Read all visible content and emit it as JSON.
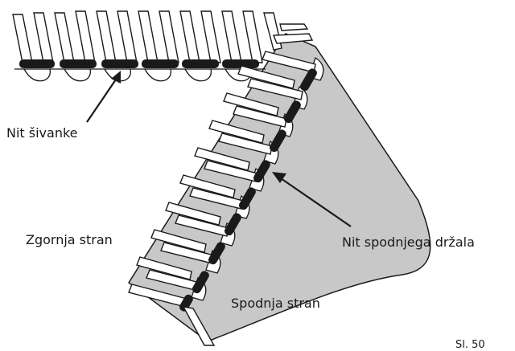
{
  "labels": {
    "needle_thread": "Nit šivanke",
    "bobbin_thread": "Nit spodnjega držala",
    "top_side": "Zgornja stran",
    "bottom_side": "Spodnja stran",
    "figure_caption": "Sl. 50"
  },
  "colors": {
    "fabric": "#c8c8c8",
    "outline": "#1a1a1a",
    "thread": "#ffffff",
    "lock": "#1a1a1a"
  }
}
